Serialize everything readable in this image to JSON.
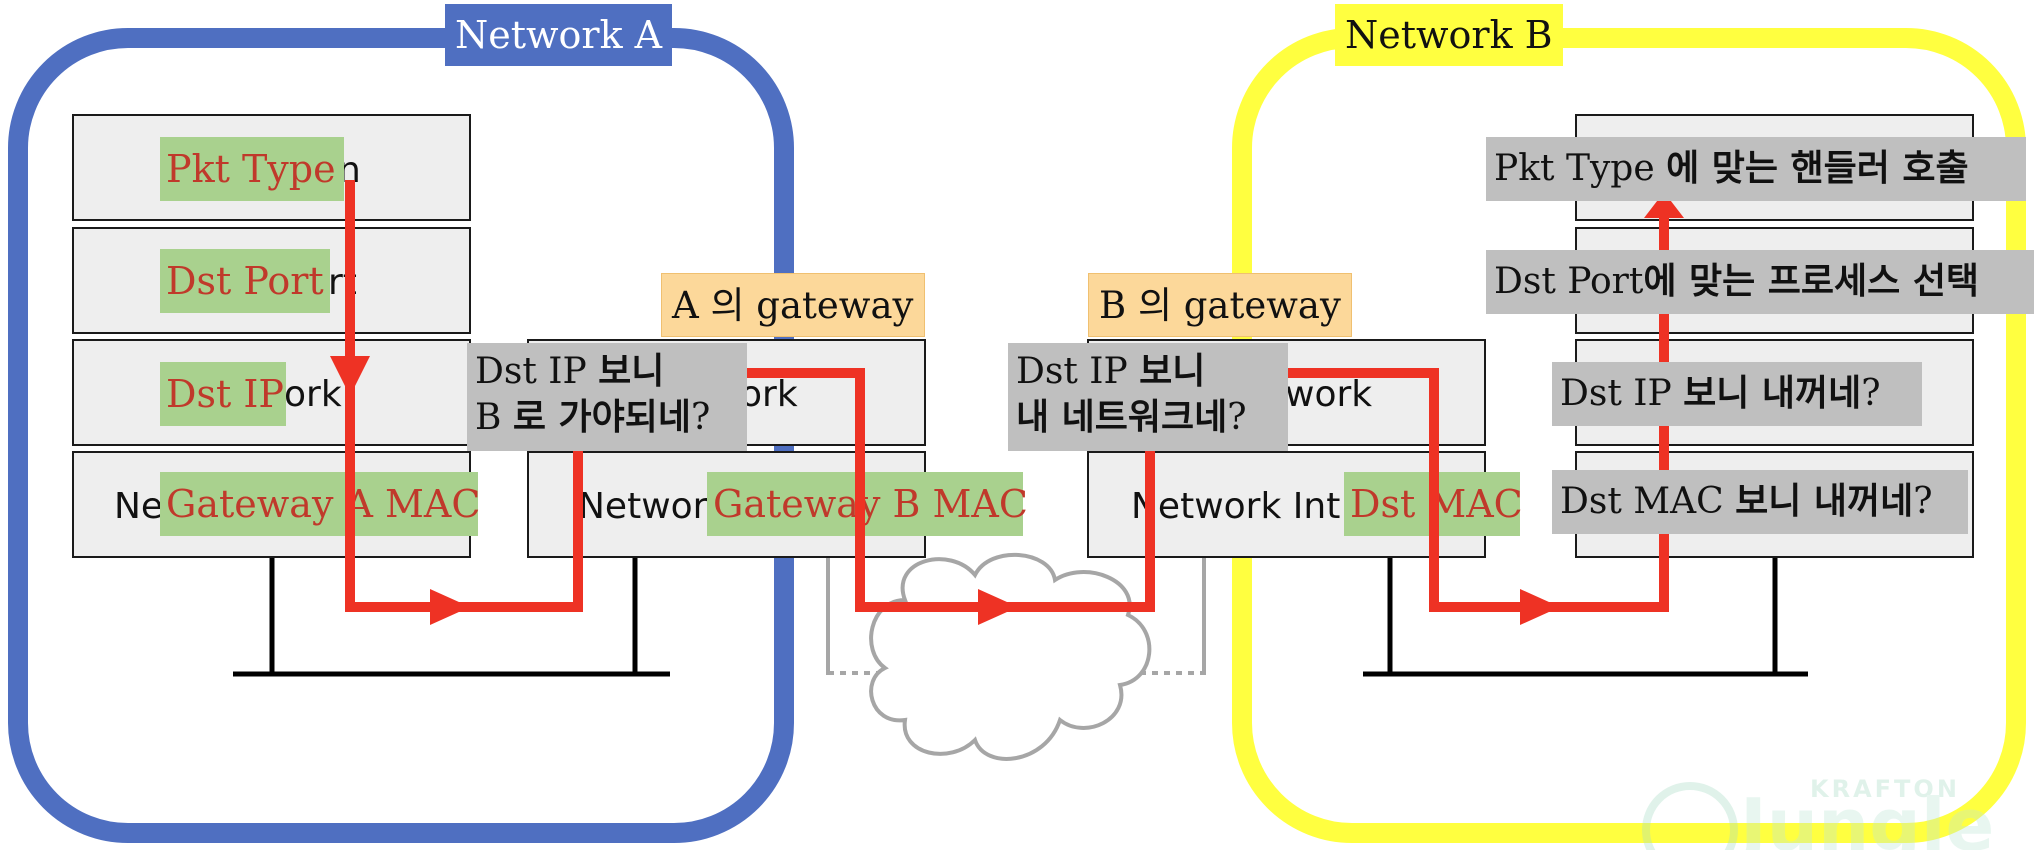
{
  "network_a": {
    "label": "Network A",
    "color": "#4f6fc1"
  },
  "network_b": {
    "label": "Network B",
    "color": "#ffff40"
  },
  "gateway_a": {
    "label": "A 의 gateway"
  },
  "gateway_b": {
    "label": "B 의 gateway"
  },
  "layers_under": {
    "a_pkt": "n",
    "a_port": "rt",
    "a_ip": "ork",
    "a_nic": "Ne",
    "gwa_ip": "ork",
    "gwa_nic": "Network",
    "gwb_ip": "work",
    "gwb_nic": "Network Int"
  },
  "highlights": {
    "pkt_type": "Pkt Type",
    "dst_port": "Dst Port",
    "dst_ip": "Dst IP",
    "gateway_a_mac": "Gateway A MAC",
    "gateway_b_mac": "Gateway B MAC",
    "dst_mac": "Dst MAC"
  },
  "notes": {
    "gwa_line1_a": "Dst IP ",
    "gwa_line1_b": "보니",
    "gwa_line2_a": "B ",
    "gwa_line2_b": "로 가야되네",
    "gwa_line2_c": "?",
    "gwb_line1_a": "Dst IP ",
    "gwb_line1_b": "보니",
    "gwb_line2_b": "내 네트워크네",
    "gwb_line2_c": "?",
    "b_pkt_a": "Pkt Type ",
    "b_pkt_b": "에 맞는 핸들러 호출",
    "b_port_a": "Dst Port",
    "b_port_b": "에 맞는 프로세스 선택",
    "b_ip_a": "Dst IP ",
    "b_ip_b": "보니 내꺼네",
    "b_ip_c": "?",
    "b_mac_a": "Dst MAC ",
    "b_mac_b": "보니 내꺼네",
    "b_mac_c": "?"
  },
  "logo": {
    "brand": "KRAFTON",
    "word": "Jungle"
  },
  "colors": {
    "arrow": "#ee3224",
    "layer_fill": "#eeeeee",
    "note_fill": "#bfbfbf",
    "highlight_fill": "#a9d18e",
    "gateway_label_fill": "#fcd89a",
    "cloud": "#a6a6a6"
  }
}
